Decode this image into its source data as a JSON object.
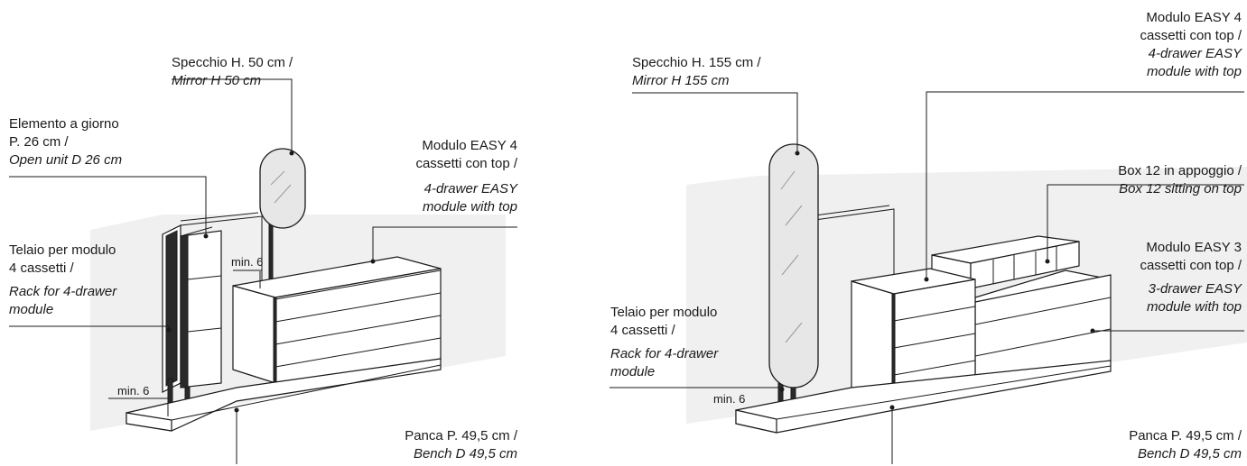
{
  "left": {
    "mirror": [
      "Specchio H. 50 cm /",
      "Mirror H 50 cm"
    ],
    "open_unit": [
      "Elemento a giorno",
      "P. 26 cm /",
      "Open unit D 26 cm"
    ],
    "module4": [
      "Modulo EASY 4",
      "cassetti con top /",
      "4-drawer EASY",
      "module with top"
    ],
    "rack": [
      "Telaio per modulo",
      "4 cassetti /",
      "Rack for 4-drawer",
      "module"
    ],
    "min_top": "min. 6",
    "min_bottom": "min. 6",
    "bench": [
      "Panca P. 49,5 cm /",
      "Bench D 49,5 cm"
    ]
  },
  "right": {
    "mirror": [
      "Specchio H. 155 cm /",
      "Mirror H 155 cm"
    ],
    "module4": [
      "Modulo EASY 4",
      "cassetti con top /",
      "4-drawer EASY",
      "module with top"
    ],
    "box12": [
      "Box 12 in appoggio /",
      "Box 12 sitting on top"
    ],
    "module3": [
      "Modulo EASY 3",
      "cassetti con top /",
      "3-drawer EASY",
      "module with top"
    ],
    "rack": [
      "Telaio per modulo",
      "4 cassetti /",
      "Rack for 4-drawer",
      "module"
    ],
    "min_bottom": "min. 6",
    "bench": [
      "Panca P. 49,5 cm /",
      "Bench D 49,5 cm"
    ]
  }
}
